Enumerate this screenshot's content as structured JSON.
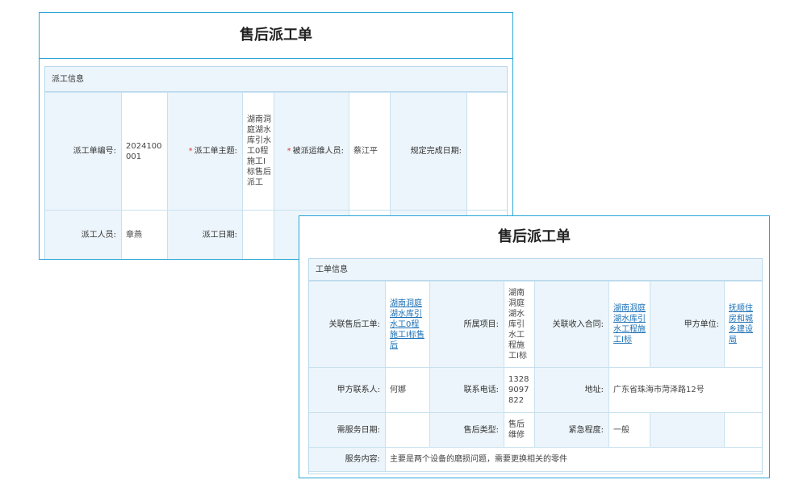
{
  "panel_back": {
    "title": "售后派工单",
    "section": "派工信息",
    "fields": {
      "order_no_label": "派工单编号:",
      "order_no_value": "2024100001",
      "subject_label": "派工单主题:",
      "subject_value": "湖南洞庭湖水库引水工0程施工I标售后派工",
      "assignee_label": "被派运维人员:",
      "assignee_value": "蔡江平",
      "deadline_label": "规定完成日期:",
      "deadline_value": "",
      "dispatcher_label": "派工人员:",
      "dispatcher_value": "章燕",
      "dispatch_date_label": "派工日期:",
      "dispatch_date_value": ""
    }
  },
  "panel_front": {
    "title": "售后派工单",
    "section": "工单信息",
    "fields": {
      "related_order_label": "关联售后工单:",
      "related_order_value": "湖南洞庭湖水库引水工0程施工I标售后",
      "project_label": "所属项目:",
      "project_value": "湖南洞庭湖水库引水工程施工I标",
      "contract_label": "关联收入合同:",
      "contract_value": "湖南洞庭湖水库引水工程施工I标",
      "party_a_label": "甲方单位:",
      "party_a_value": "抚顺住房和城乡建设局",
      "contact_label": "甲方联系人:",
      "contact_value": "何娜",
      "phone_label": "联系电话:",
      "phone_value": "13289097822",
      "address_label": "地址:",
      "address_value": "广东省珠海市菏泽路12号",
      "service_date_label": "需服务日期:",
      "service_date_value": "",
      "service_type_label": "售后类型:",
      "service_type_value": "售后维修",
      "urgency_label": "紧急程度:",
      "urgency_value": "一般",
      "content_label": "服务内容:",
      "content_value": "主要是两个设备的磨损问题，需要更换相关的零件"
    }
  },
  "colors": {
    "border_accent": "#2aa6d6",
    "label_bg": "#ecf5fb",
    "required": "#e0343a",
    "link": "#1a6fb5"
  }
}
